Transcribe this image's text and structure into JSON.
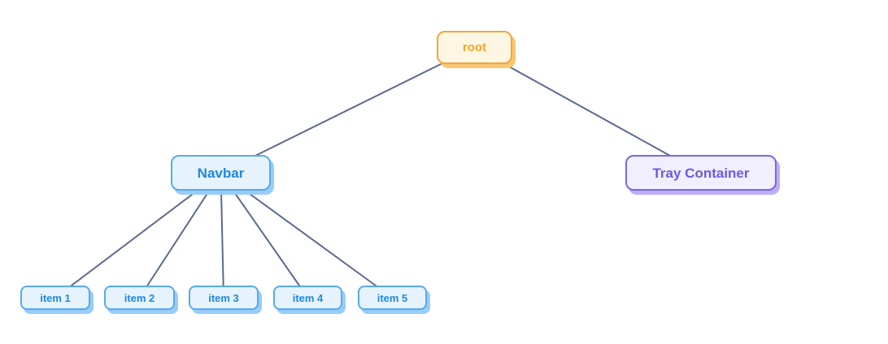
{
  "diagram": {
    "type": "tree",
    "background": "#ffffff",
    "edge_style": {
      "color": "#5b6b8c",
      "width": 2
    },
    "themes": {
      "orange": {
        "bg": "#fdf6e2",
        "border": "#f0a63a",
        "text": "#f5a623",
        "shadow": "#f7c775"
      },
      "blue": {
        "bg": "#e6f3fd",
        "border": "#57a9f0",
        "text": "#1e88e5",
        "shadow": "#97cdf8"
      },
      "purple": {
        "bg": "#f1eefd",
        "border": "#7a66ea",
        "text": "#6a5be2",
        "shadow": "#beadf7"
      }
    },
    "nodes": [
      {
        "id": "root",
        "label": "root",
        "theme": "orange"
      },
      {
        "id": "navbar",
        "label": "Navbar",
        "theme": "blue"
      },
      {
        "id": "tray-container",
        "label": "Tray Container",
        "theme": "purple"
      },
      {
        "id": "item-1",
        "label": "item 1",
        "theme": "blue"
      },
      {
        "id": "item-2",
        "label": "item 2",
        "theme": "blue"
      },
      {
        "id": "item-3",
        "label": "item 3",
        "theme": "blue"
      },
      {
        "id": "item-4",
        "label": "item 4",
        "theme": "blue"
      },
      {
        "id": "item-5",
        "label": "item 5",
        "theme": "blue"
      }
    ],
    "edges": [
      {
        "from": "root",
        "to": "navbar"
      },
      {
        "from": "root",
        "to": "tray-container"
      },
      {
        "from": "navbar",
        "to": "item-1"
      },
      {
        "from": "navbar",
        "to": "item-2"
      },
      {
        "from": "navbar",
        "to": "item-3"
      },
      {
        "from": "navbar",
        "to": "item-4"
      },
      {
        "from": "navbar",
        "to": "item-5"
      }
    ]
  }
}
